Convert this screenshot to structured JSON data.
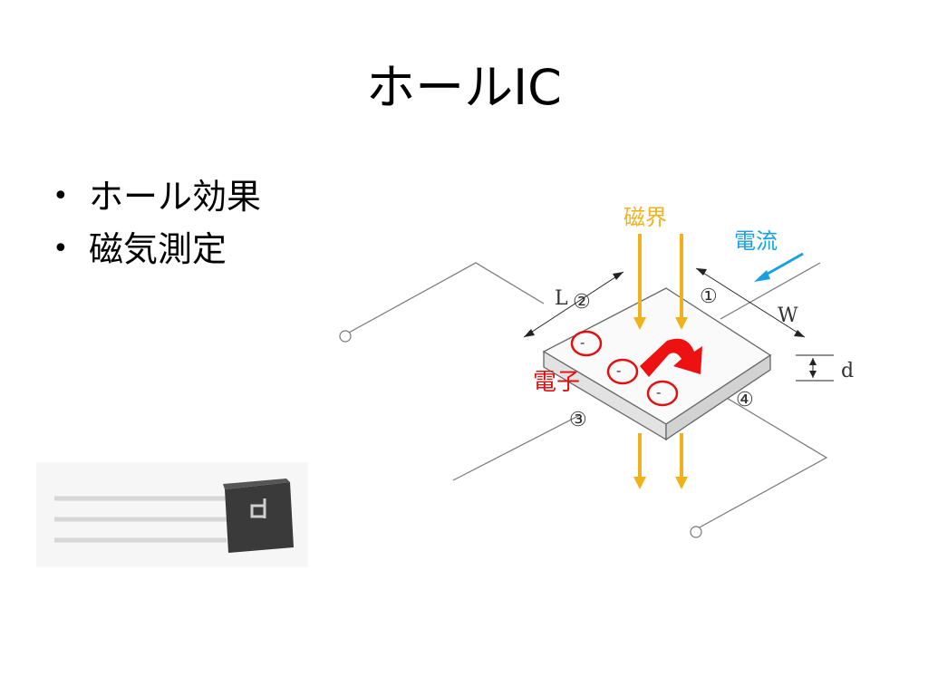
{
  "slide": {
    "title": "ホールIC",
    "bullets": [
      "ホール効果",
      "磁気測定"
    ]
  },
  "diagram": {
    "labels": {
      "magnetic_field": "磁界",
      "current": "電流",
      "electron": "電子",
      "length": "L",
      "width": "W",
      "thickness": "d",
      "terminal_1": "①",
      "terminal_2": "②",
      "terminal_3": "③",
      "terminal_4": "④",
      "electron_sign": "-"
    },
    "colors": {
      "magnetic_field": "#f0b21c",
      "current": "#1aa0e0",
      "electron": "#e01010",
      "outline": "#666666"
    }
  }
}
